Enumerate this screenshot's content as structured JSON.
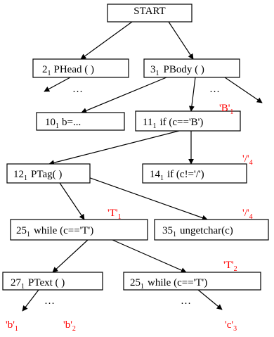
{
  "colors": {
    "annotation": "#ff0000",
    "line": "#000000",
    "box_fill": "#ffffff"
  },
  "nodes": [
    {
      "id": "start",
      "num": "",
      "sub": "",
      "text": "START"
    },
    {
      "id": "phead",
      "num": "2",
      "sub": "1",
      "text": "PHead ( )"
    },
    {
      "id": "pbody",
      "num": "3",
      "sub": "1",
      "text": "PBody ( )"
    },
    {
      "id": "n10",
      "num": "10",
      "sub": "1",
      "text": "b=..."
    },
    {
      "id": "n11",
      "num": "11",
      "sub": "1",
      "text": "if (c=='B')"
    },
    {
      "id": "n12",
      "num": "12",
      "sub": "1",
      "text": "PTag( )"
    },
    {
      "id": "n14",
      "num": "14",
      "sub": "1",
      "text": "if (c!='/')"
    },
    {
      "id": "n25a",
      "num": "25",
      "sub": "1",
      "text": "while (c=='T')"
    },
    {
      "id": "n35",
      "num": "35",
      "sub": "1",
      "text": "ungetchar(c)"
    },
    {
      "id": "n27",
      "num": "27",
      "sub": "1",
      "text": "PText ( )"
    },
    {
      "id": "n25b",
      "num": "25",
      "sub": "1",
      "text": "while (c=='T')"
    }
  ],
  "ellipses": [
    "…",
    "…",
    "…",
    "…"
  ],
  "annotations": [
    {
      "id": "ann-b1",
      "text": "'B'",
      "sub": "1"
    },
    {
      "id": "ann-slash4-a",
      "text": "'/'",
      "sub": "4"
    },
    {
      "id": "ann-t1",
      "text": "'T'",
      "sub": "1"
    },
    {
      "id": "ann-slash4-b",
      "text": "'/'",
      "sub": "4"
    },
    {
      "id": "ann-t2",
      "text": "'T'",
      "sub": "2"
    },
    {
      "id": "ann-b1-leaf",
      "text": "'b'",
      "sub": "1"
    },
    {
      "id": "ann-b2-leaf",
      "text": "'b'",
      "sub": "2"
    },
    {
      "id": "ann-c3-leaf",
      "text": "'c'",
      "sub": "3"
    }
  ]
}
